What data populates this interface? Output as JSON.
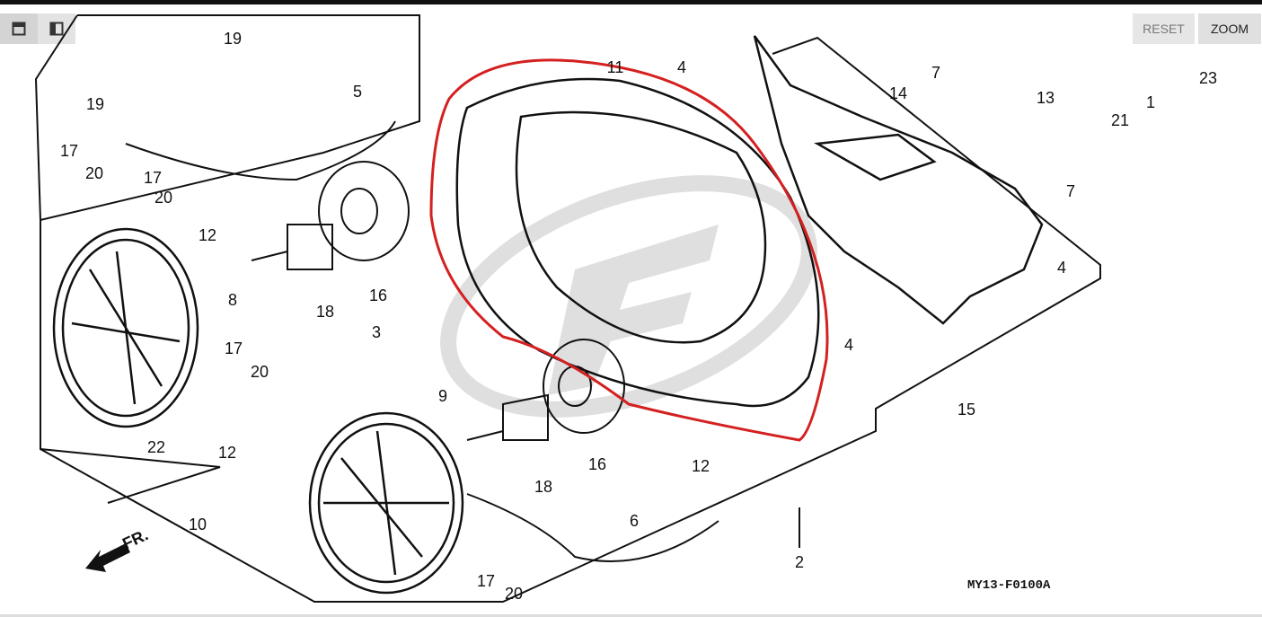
{
  "toolbar": {
    "left_buttons": [
      {
        "icon": "panel-top-icon"
      },
      {
        "icon": "panel-left-icon"
      }
    ],
    "reset_label": "RESET",
    "zoom_label": "ZOOM"
  },
  "diagram": {
    "code": "MY13-F0100A",
    "front_label": "FR.",
    "callouts": [
      "19",
      "5",
      "19",
      "17",
      "20",
      "17",
      "20",
      "11",
      "4",
      "7",
      "14",
      "13",
      "1",
      "23",
      "21",
      "7",
      "12",
      "8",
      "18",
      "16",
      "4",
      "4",
      "3",
      "17",
      "20",
      "9",
      "15",
      "12",
      "22",
      "16",
      "12",
      "18",
      "10",
      "6",
      "2",
      "17",
      "20"
    ],
    "highlight_color": "#d42020"
  }
}
